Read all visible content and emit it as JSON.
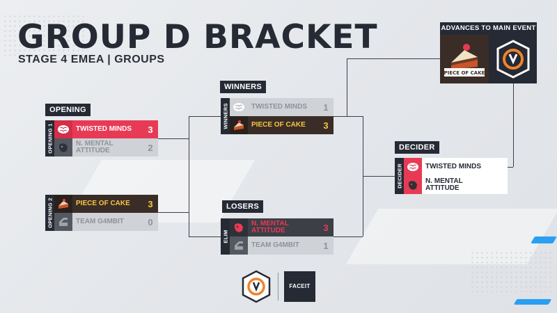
{
  "header": {
    "title": "GROUP D BRACKET",
    "subtitle": "STAGE 4 EMEA | GROUPS"
  },
  "labels": {
    "opening": "OPENING",
    "winners": "WINNERS",
    "losers": "LOSERS",
    "decider": "DECIDER",
    "advances": "ADVANCES TO MAIN EVENT"
  },
  "matches": {
    "opening1": {
      "side": "OPENING 1",
      "teams": [
        {
          "name": "TWISTED MINDS",
          "score": "3",
          "icon": "brain-icon"
        },
        {
          "name": "N. MENTAL ATTITUDE",
          "score": "2",
          "icon": "boar-icon"
        }
      ]
    },
    "opening2": {
      "side": "OPENING 2",
      "teams": [
        {
          "name": "PIECE OF CAKE",
          "score": "3",
          "icon": "cake-icon"
        },
        {
          "name": "TEAM G4MBIT",
          "score": "0",
          "icon": "g4mbit-icon"
        }
      ]
    },
    "winners": {
      "side": "WINNERS",
      "teams": [
        {
          "name": "TWISTED MINDS",
          "score": "1",
          "icon": "brain-icon"
        },
        {
          "name": "PIECE OF CAKE",
          "score": "3",
          "icon": "cake-icon"
        }
      ]
    },
    "losers": {
      "side": "ELIM",
      "teams": [
        {
          "name": "N. MENTAL ATTITUDE",
          "score": "3",
          "icon": "boar-icon"
        },
        {
          "name": "TEAM G4MBIT",
          "score": "1",
          "icon": "g4mbit-icon"
        }
      ]
    },
    "decider": {
      "side": "DECIDER",
      "teams": [
        {
          "name": "TWISTED MINDS",
          "score": "",
          "icon": "brain-icon"
        },
        {
          "name": "N. MENTAL ATTITUDE",
          "score": "",
          "icon": "boar-icon"
        }
      ]
    }
  },
  "advances": {
    "team1_logo_text": "PIECE OF CAKE"
  },
  "footer": {
    "faceit": "FACEIT"
  },
  "colors": {
    "accent_red": "#e83a55",
    "dark": "#252a34",
    "gold": "#f6c640",
    "blue": "#2a9ff2"
  }
}
